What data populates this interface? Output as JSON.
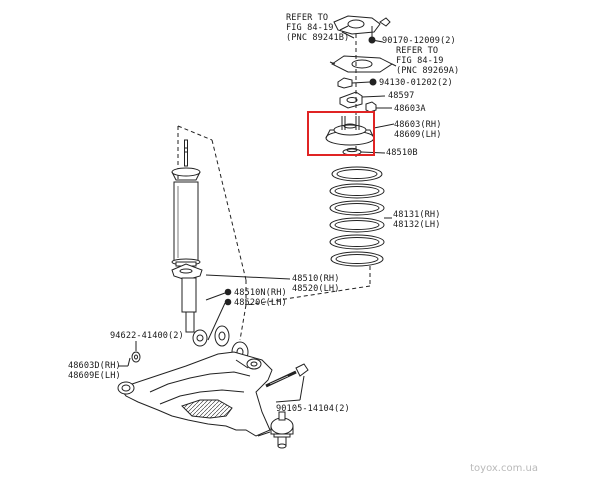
{
  "labels": {
    "ref1_l1": "REFER TO",
    "ref1_l2": "FIG 84-19",
    "ref1_l3": "(PNC 89241B)",
    "p90170": "90170-12009(2)",
    "ref2_l1": "REFER TO",
    "ref2_l2": "FIG 84-19",
    "ref2_l3": "(PNC 89269A)",
    "p94130": "94130-01202(2)",
    "p48597": "48597",
    "p48603A": "48603A",
    "p48603rh": "48603(RH)",
    "p48609lh": "48609(LH)",
    "p48510B": "48510B",
    "p48131": "48131(RH)",
    "p48132": "48132(LH)",
    "p48510": "48510(RH)",
    "p48520": "48520(LH)",
    "p48510N": "48510N(RH)",
    "p48520C": "48520C(LH)",
    "p94622": "94622-41400(2)",
    "p48603D": "48603D(RH)",
    "p48609E": "48609E(LH)",
    "p90105": "90105-14104(2)"
  },
  "watermark": "toyox.com.ua",
  "colors": {
    "highlight": "#e02424",
    "ink": "#1a1a1a"
  }
}
